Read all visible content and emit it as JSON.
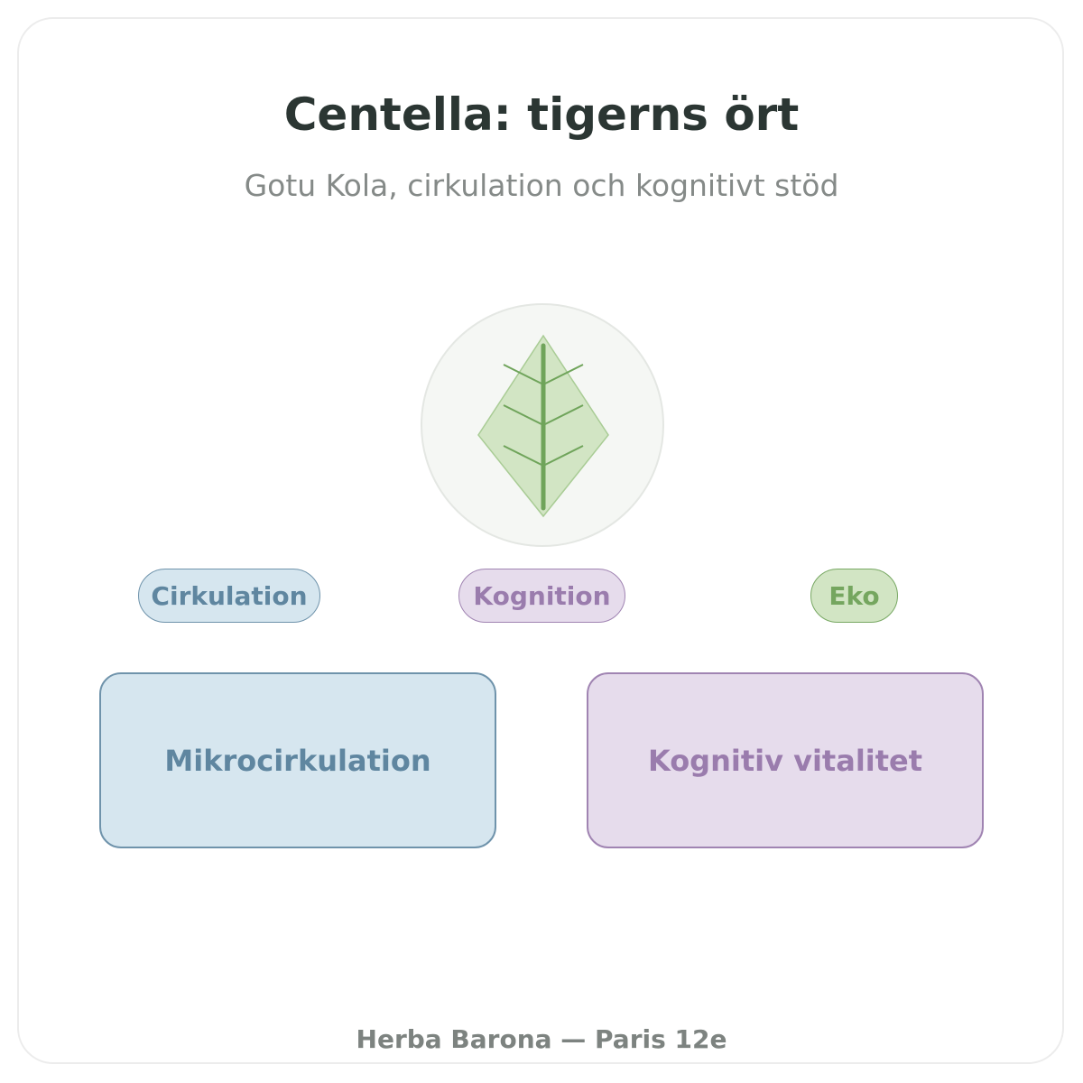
{
  "title": "Centella: tigerns ört",
  "subtitle": "Gotu Kola, cirkulation och kognitivt stöd",
  "emblem": {
    "icon": "leaf-icon",
    "fill": "#d2e5c4",
    "vein": "#6fa45a"
  },
  "tags": [
    {
      "label": "Cirkulation",
      "color": "#5f86a0"
    },
    {
      "label": "Kognition",
      "color": "#9a7cad"
    },
    {
      "label": "Eko",
      "color": "#75a65f"
    }
  ],
  "cards": [
    {
      "label": "Mikrocirkulation",
      "color": "#5f86a0"
    },
    {
      "label": "Kognitiv vitalitet",
      "color": "#9a7cad"
    }
  ],
  "footer": "Herba Barona — Paris 12e"
}
